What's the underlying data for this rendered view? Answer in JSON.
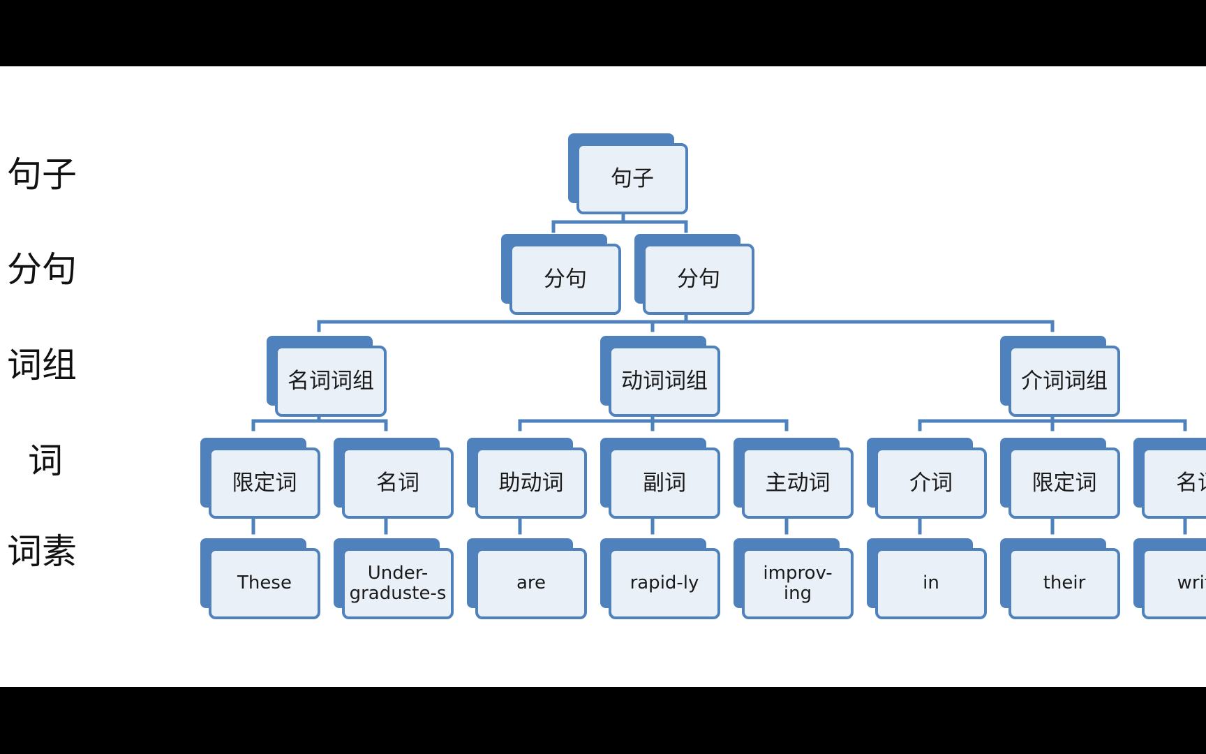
{
  "levels": [
    "句子",
    "分句",
    "词组",
    "词",
    "词素"
  ],
  "tree": {
    "sentence": "句子",
    "clauses": [
      "分句",
      "分句"
    ],
    "phrases": [
      "名词词组",
      "动词词组",
      "介词词组"
    ],
    "words": [
      "限定词",
      "名词",
      "助动词",
      "副词",
      "主动词",
      "介词",
      "限定词",
      "名词"
    ],
    "morphemes": [
      "These",
      "Under-\ngraduste-s",
      "are",
      "rapid-ly",
      "improv-\ning",
      "in",
      "their",
      "writ-"
    ]
  },
  "colors": {
    "node_border": "#4f81bd",
    "node_fill": "#eaf0f8",
    "connector": "#4f81bd"
  }
}
